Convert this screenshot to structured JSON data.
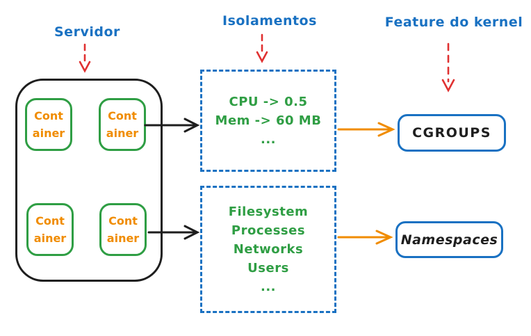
{
  "labels": {
    "servidor": "Servidor",
    "isolamentos": "Isolamentos",
    "feature_do_kernel": "Feature do kernel"
  },
  "server": {
    "containers": [
      {
        "line1": "Cont",
        "line2": "ainer"
      },
      {
        "line1": "Cont",
        "line2": "ainer"
      },
      {
        "line1": "Cont",
        "line2": "ainer"
      },
      {
        "line1": "Cont",
        "line2": "ainer"
      }
    ]
  },
  "isolations": {
    "resources_box": {
      "lines": [
        "CPU -> 0.5",
        "Mem -> 60 MB",
        "..."
      ]
    },
    "namespaces_box": {
      "lines": [
        "Filesystem",
        "Processes",
        "Networks",
        "Users",
        "..."
      ]
    }
  },
  "kernel_features": {
    "cgroups": "CGROUPS",
    "namespaces": "Namespaces"
  },
  "icons": {
    "red_down_arrows": "dashed-down-arrow-icon",
    "black_right_arrows": "right-arrow-icon",
    "orange_right_arrows": "right-arrow-icon"
  },
  "colors": {
    "blue": "#1971c2",
    "green": "#2f9e44",
    "orange": "#f08c00",
    "red": "#e03131",
    "ink": "#1e1e1e",
    "background": "#ffffff"
  }
}
